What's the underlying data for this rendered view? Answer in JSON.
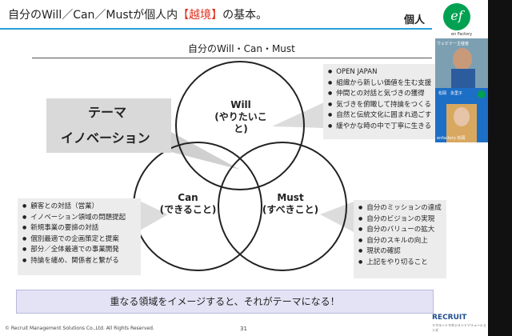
{
  "slide": {
    "title_pre": "自分のWill／Can／Mustが個人内",
    "title_highlight": "【越境】",
    "title_post": "の基本。",
    "corner_text": "個人",
    "section_title": "自分のWill・Can・Must",
    "theme_line1": "テーマ",
    "theme_line2": "イノベーション",
    "will_label": "Will",
    "will_sub": "(やりたいこと)",
    "can_label": "Can",
    "can_sub": "(できること)",
    "must_label": "Must",
    "must_sub": "(すべきこと)",
    "will_items": [
      "OPEN JAPAN",
      "組織から新しい価値を生む支援",
      "仲間との対話と気づきの獲得",
      "気づきを俯瞰して持論をつくる",
      "自然と伝統文化に囲まれ過ごす",
      "緩やかな時の中で丁寧に生きる"
    ],
    "can_items": [
      "顧客との対話（営業）",
      "イノベーション領域の問題提起",
      "新規事業の要諦の対話",
      "個別最適での企画策定と提案",
      "部分／全体最適での事業開発",
      "持論を纏め、関係者と繋がる"
    ],
    "must_items": [
      "自分のミッションの達成",
      "自分のビジョンの実現",
      "自分のバリューの拡大",
      "自分のスキルの向上",
      "現状の確認",
      "上記をやり切ること"
    ],
    "bottom_message": "重なる領域をイメージすると、それがテーマになる！",
    "copyright": "© Recruit Management Solutions Co.,Ltd. All Rights Reserved.",
    "page_number": "31",
    "brand": "RECRUIT",
    "brand_sub": "リクルートマネジメントソリューションズ"
  },
  "video": {
    "logo_text": "ef",
    "company": "en Factory",
    "host_label": "ウェビナー主催者",
    "participant1": "松岡　永里子",
    "participant2": "enfactory 松岡"
  },
  "colors": {
    "accent_blue": "#2a9fd8",
    "highlight_red": "#e0301e",
    "logo_green": "#00a151"
  }
}
